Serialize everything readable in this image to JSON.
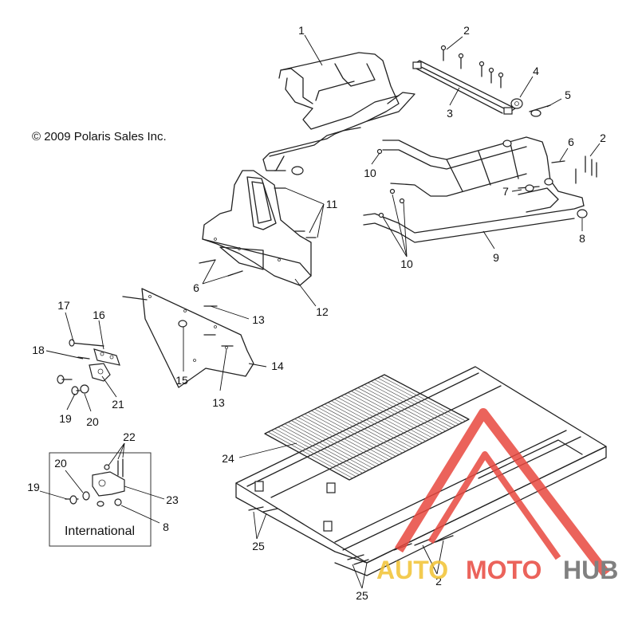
{
  "copyright": "© 2009 Polaris Sales Inc.",
  "inset_title": "International",
  "callouts": [
    "1",
    "2",
    "3",
    "4",
    "5",
    "6",
    "2",
    "7",
    "10",
    "11",
    "6",
    "12",
    "10",
    "8",
    "9",
    "17",
    "16",
    "13",
    "18",
    "14",
    "15",
    "21",
    "19",
    "20",
    "13",
    "22",
    "24",
    "20",
    "23",
    "19",
    "8",
    "25",
    "2",
    "25"
  ],
  "watermark": {
    "part1": "AUTO",
    "part2": "MOTO",
    "part3": "HUB",
    "color_auto": "#f2c232",
    "color_moto": "#e8483f",
    "color_hub": "#6b6b6b",
    "triangle_color": "#e8483f"
  }
}
